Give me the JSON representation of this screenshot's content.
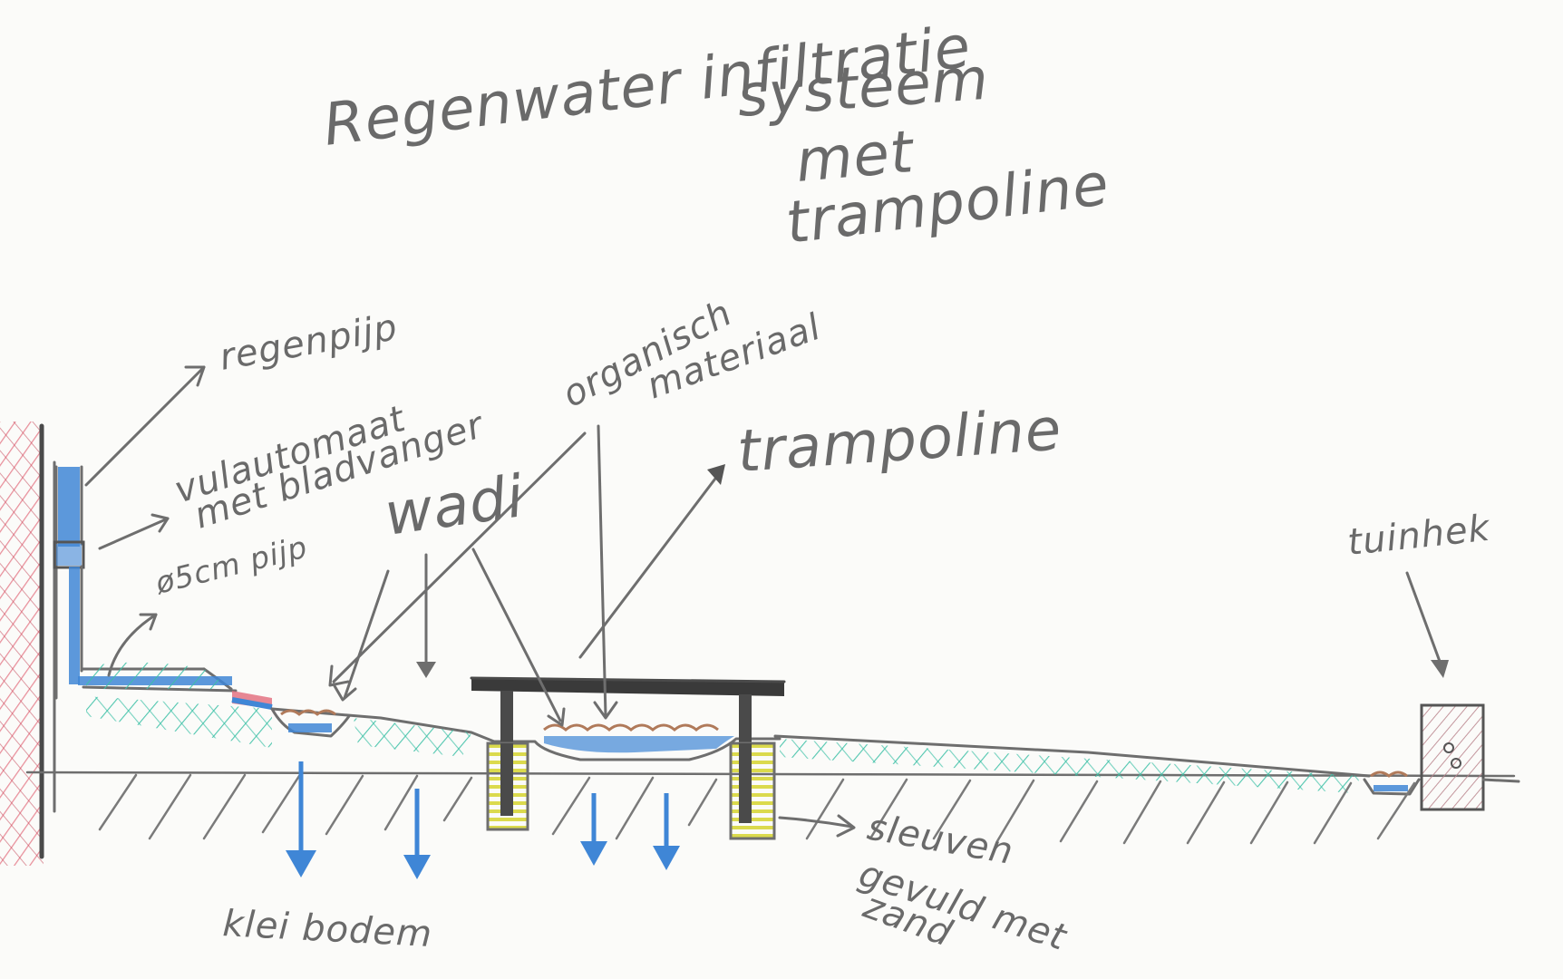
{
  "title": {
    "line1": "Regenwater infiltratie",
    "line2": "systeem",
    "line3": "met",
    "line4": "trampoline"
  },
  "labels": {
    "regenpijp": "regenpijp",
    "vulautomaat_line1": "vulautomaat",
    "vulautomaat_line2": "met bladvanger",
    "pijp": "ø5cm pijp",
    "wadi": "wadi",
    "organisch_line1": "organisch",
    "organisch_line2": "materiaal",
    "trampoline": "trampoline",
    "tuinhek": "tuinhek",
    "kleibodem": "klei bodem",
    "sleuven_line1": "sleuven",
    "sleuven_line2": "gevuld met",
    "sleuven_line3": "zand"
  },
  "colors": {
    "water": "#3f86d6",
    "grass": "#3cc0a6",
    "sand": "#d7d63a",
    "wall": "#e26a7a",
    "pencil": "#6e6e6e",
    "mulch": "#b07a5a"
  }
}
